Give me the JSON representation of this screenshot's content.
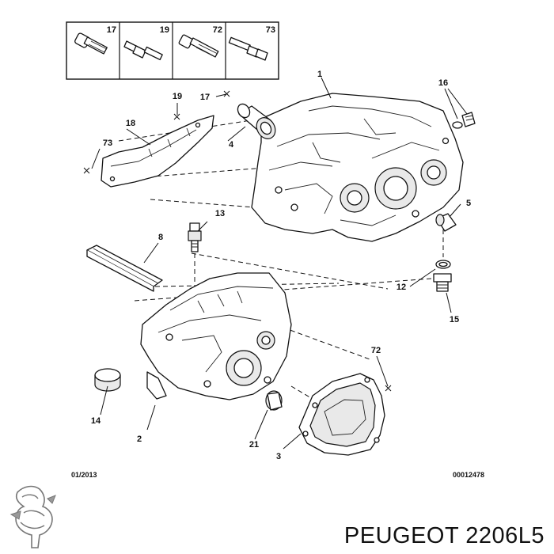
{
  "legend_box": {
    "labels": [
      "17",
      "19",
      "72",
      "73"
    ]
  },
  "callouts": {
    "c1": "1",
    "c2": "2",
    "c3": "3",
    "c4": "4",
    "c5": "5",
    "c8": "8",
    "c12": "12",
    "c13": "13",
    "c14": "14",
    "c15": "15",
    "c16": "16",
    "c17": "17",
    "c18": "18",
    "c19": "19",
    "c21": "21",
    "c72": "72",
    "c73": "73"
  },
  "footer": {
    "date_code": "01/2013",
    "ref_code": "00012478"
  },
  "brand": {
    "caption": "PEUGEOT 2206L5",
    "logo": "peugeot-lion-logo"
  }
}
